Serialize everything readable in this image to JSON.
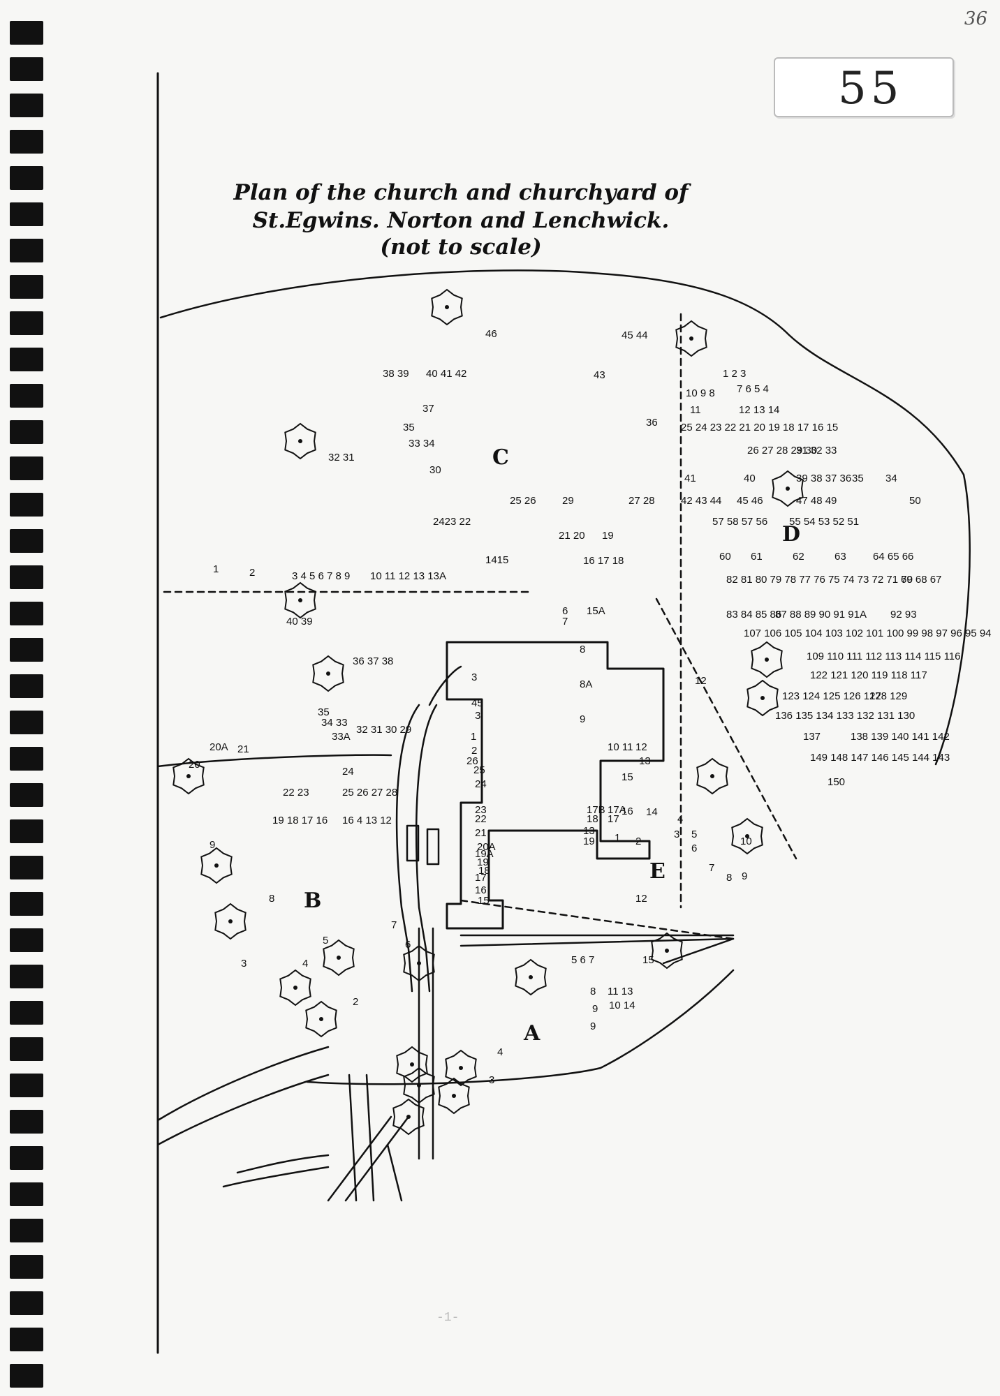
{
  "document": {
    "page_badge": "55",
    "corner_number": "36",
    "title_lines": [
      "Plan of the church and churchyard of",
      "St.Egwins. Norton and Lenchwick.",
      "(not to scale)"
    ],
    "footer_page": "-1-"
  },
  "sections": [
    "A",
    "B",
    "C",
    "D",
    "E"
  ],
  "icons": [
    "tree-icon"
  ],
  "colors": {
    "ink": "#111111",
    "paper": "#f7f7f5"
  }
}
